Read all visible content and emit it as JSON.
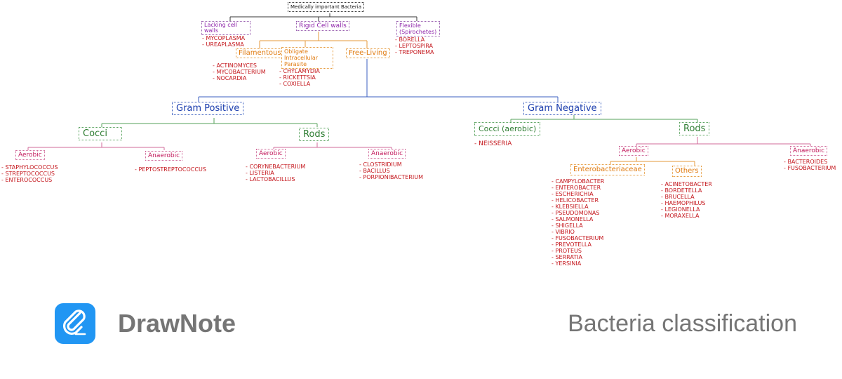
{
  "app": {
    "name": "DrawNote",
    "title": "Bacteria classification",
    "accent": "#2196f3",
    "icon": "paperclip-pen-icon"
  },
  "colors": {
    "purple": "#8e24aa",
    "blue": "#1e40af",
    "green": "#2e7d32",
    "orange": "#e07b10",
    "pink": "#c2185b",
    "red": "#c4161c"
  },
  "diagram": {
    "root": "Medically important Bacteria",
    "lacking": "Lacking cell walls",
    "rigid": "Rigid Cell walls",
    "flexible": "Flexible (Spirochetes)",
    "lacking_list": [
      "MYCOPLASMA",
      "UREAPLASMA"
    ],
    "flexible_list": [
      "BORELLA",
      "LEPTOSPIRA",
      "TREPONEMA"
    ],
    "filamentous": "Filamentous",
    "obligate": "Obligate Intracellular Parasite",
    "freeliving": "Free-Living",
    "filamentous_list": [
      "ACTINOMYCES",
      "MYCOBACTERIUM",
      "NOCARDIA"
    ],
    "obligate_list": [
      "CHYLAMYDIA",
      "RICKETTSIA",
      "COXIELLA"
    ],
    "gram_positive": "Gram Positive",
    "gram_negative": "Gram Negative",
    "gp_cocci": "Cocci",
    "gp_rods": "Rods",
    "gp_cocci_aerobic": "Aerobic",
    "gp_cocci_anaerobic": "Anaerobic",
    "gp_cocci_aerobic_list": [
      "STAPHYLOCOCCUS",
      "STREPTOCOCCUS",
      "ENTEROCOCCUS"
    ],
    "gp_cocci_anaerobic_list": [
      "PEPTOSTREPTOCOCCUS"
    ],
    "gp_rods_aerobic": "Aerobic",
    "gp_rods_anaerobic": "Anaerobic",
    "gp_rods_aerobic_list": [
      "CORYNEBACTERIUM",
      "LISTERIA",
      "LACTOBACILLUS"
    ],
    "gp_rods_anaerobic_list": [
      "CLOSTRIDIUM",
      "BACILLUS",
      "PORPIONIBACTERIUM"
    ],
    "gn_cocci": "Cocci (aerobic)",
    "gn_cocci_list": [
      "NEISSERIA"
    ],
    "gn_rods": "Rods",
    "gn_rods_aerobic": "Aerobic",
    "gn_rods_anaerobic": "Anaerobic",
    "gn_rods_anaerobic_list": [
      "BACTEROIDES",
      "FUSOBACTERIUM"
    ],
    "enterobacteriaceae": "Enterobacteriaceae",
    "others": "Others",
    "entero_list": [
      "CAMPYLOBACTER",
      "ENTEROBACTER",
      "ESCHERICHIA",
      "HELICOBACTER",
      "KLEBSIELLA",
      "PSEUDOMONAS",
      "SALMONELLA",
      "SHIGELLA",
      "VIBRIO",
      "FUSOBACTERIUM",
      "PREVOTELLA",
      "PROTEUS",
      "SERRATIA",
      "YERSINIA"
    ],
    "others_list": [
      "ACINETOBACTER",
      "BORDETELLA",
      "BRUCELLA",
      "HAEMOPHILUS",
      "LEGIONELLA",
      "MORAXELLA"
    ]
  }
}
